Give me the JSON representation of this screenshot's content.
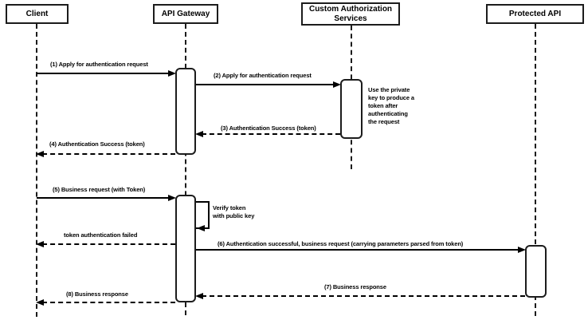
{
  "colors": {
    "stroke": "#000000",
    "fill": "#ffffff",
    "text": "#000000"
  },
  "diagram": {
    "type": "sequence-diagram",
    "actors": [
      {
        "id": "client",
        "label": "Client"
      },
      {
        "id": "api-gateway",
        "label": "API Gateway"
      },
      {
        "id": "custom-authorization-services",
        "label": "Custom Authorization Services"
      },
      {
        "id": "protected-api",
        "label": "Protected API"
      }
    ],
    "messages": [
      {
        "seq": "1",
        "label": "(1) Apply for authentication request",
        "from": "Client",
        "to": "API Gateway",
        "style": "solid"
      },
      {
        "seq": "2",
        "label": "(2) Apply for authentication request",
        "from": "API Gateway",
        "to": "Custom Authorization Services",
        "style": "solid"
      },
      {
        "seq": "3",
        "label": "(3) Authentication Success (token)",
        "from": "Custom Authorization Services",
        "to": "API Gateway",
        "style": "dashed"
      },
      {
        "seq": "4",
        "label": "(4) Authentication Success (token)",
        "from": "API Gateway",
        "to": "Client",
        "style": "dashed"
      },
      {
        "seq": "5",
        "label": "(5) Business request (with Token)",
        "from": "Client",
        "to": "API Gateway",
        "style": "solid"
      },
      {
        "seq": "self",
        "label": "Verify token\nwith public key",
        "from": "API Gateway",
        "to": "API Gateway",
        "style": "self-loop"
      },
      {
        "seq": "",
        "label": "token authentication failed",
        "from": "API Gateway",
        "to": "Client",
        "style": "dashed"
      },
      {
        "seq": "6",
        "label": "(6) Authentication successful, business request (carrying parameters parsed from token)",
        "from": "API Gateway",
        "to": "Protected API",
        "style": "solid"
      },
      {
        "seq": "7",
        "label": "(7) Business response",
        "from": "Protected API",
        "to": "API Gateway",
        "style": "dashed"
      },
      {
        "seq": "8",
        "label": "(8) Business response",
        "from": "API Gateway",
        "to": "Client",
        "style": "dashed"
      }
    ],
    "notes": [
      {
        "label": "Use the private\nkey to produce a\ntoken after\nauthenticating\nthe request",
        "attached_to": "Custom Authorization Services"
      }
    ]
  }
}
